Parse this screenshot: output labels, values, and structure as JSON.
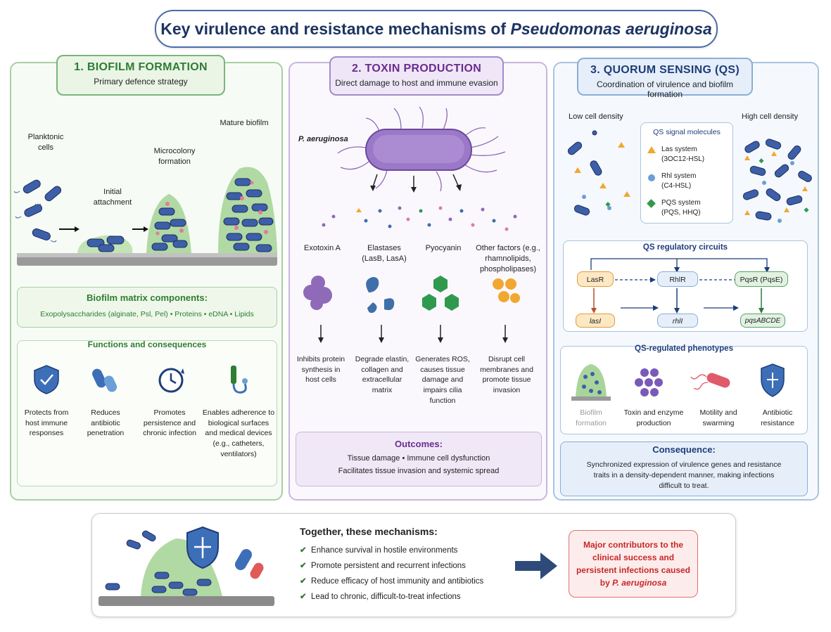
{
  "title": {
    "prefix": "Key virulence and resistance mechanisms of ",
    "italic": "Pseudomonas aeruginosa"
  },
  "panel1": {
    "heading": "1. BIOFILM FORMATION",
    "subheading": "Primary defence strategy",
    "stages": {
      "planktonic": "Planktonic cells",
      "attachment": "Initial attachment",
      "microcolony": "Microcolony formation",
      "mature": "Mature biofilm"
    },
    "matrix_title": "Biofilm matrix components:",
    "matrix_items": "Exopolysaccharides (alginate, Psl, Pel) • Proteins • eDNA • Lipids",
    "functions_title": "Functions and consequences",
    "functions": [
      {
        "icon": "shield-icon",
        "text": "Protects from host immune responses"
      },
      {
        "icon": "capsule-icon",
        "text": "Reduces antibiotic penetration"
      },
      {
        "icon": "clock-icon",
        "text": "Promotes persistence and chronic infection"
      },
      {
        "icon": "catheter-icon",
        "text": "Enables adherence to biological surfaces and medical devices (e.g., catheters, ventilators)"
      }
    ]
  },
  "panel2": {
    "heading": "2. TOXIN PRODUCTION",
    "subheading": "Direct damage to host and immune evasion",
    "organism": "P. aeruginosa",
    "toxins": [
      {
        "name": "Exotoxin A",
        "effect": "Inhibits protein synthesis in host cells",
        "color": "#8e6ab8"
      },
      {
        "name": "Elastases (LasB, LasA)",
        "effect": "Degrade elastin, collagen and extracellular matrix",
        "color": "#3f6fa8"
      },
      {
        "name": "Pyocyanin",
        "effect": "Generates ROS, causes tissue damage and impairs cilia function",
        "color": "#2f9a4e"
      },
      {
        "name": "Other factors (e.g., rhamnolipids, phospholipases)",
        "effect": "Disrupt cell membranes and promote tissue invasion",
        "color": "#f0a830"
      }
    ],
    "outcomes_title": "Outcomes:",
    "outcomes_line1": "Tissue damage • Immune cell dysfunction",
    "outcomes_line2": "Facilitates tissue invasion and systemic spread"
  },
  "panel3": {
    "heading": "3. QUORUM SENSING (QS)",
    "subheading": "Coordination of virulence and biofilm formation",
    "low_density": "Low cell density",
    "high_density": "High cell density",
    "legend_title": "QS signal molecules",
    "legend": [
      {
        "name": "Las system",
        "detail": "(3OC12-HSL)",
        "color": "#f0a830"
      },
      {
        "name": "Rhl system",
        "detail": "(C4-HSL)",
        "color": "#6a9fd8"
      },
      {
        "name": "PQS system",
        "detail": "(PQS, HHQ)",
        "color": "#2f9a4e"
      }
    ],
    "circuits_title": "QS regulatory circuits",
    "circuit": {
      "lasR": "LasR",
      "rhlR": "RhlR",
      "pqsR": "PqsR (PqsE)",
      "lasI": "lasI",
      "rhlI": "rhlI",
      "pqs": "pqsABCDE"
    },
    "phenotypes_title": "QS-regulated phenotypes",
    "phenotypes": [
      "Biofilm formation",
      "Toxin and enzyme production",
      "Motility and swarming",
      "Antibiotic resistance"
    ],
    "consequence_title": "Consequence:",
    "consequence_text": "Synchronized expression of virulence genes and resistance traits in a density-dependent manner, making infections difficult to treat."
  },
  "summary": {
    "title": "Together, these mechanisms:",
    "items": [
      "Enhance survival in hostile environments",
      "Promote persistent and recurrent infections",
      "Reduce efficacy of host immunity and antibiotics",
      "Lead to chronic, difficult-to-treat infections"
    ],
    "conclusion_prefix": "Major contributors to the clinical success and persistent infections caused by ",
    "conclusion_italic": "P. aeruginosa"
  },
  "colors": {
    "green": "#2e7d32",
    "purple": "#6a2c8e",
    "blue": "#1d3d7a",
    "red": "#c62828"
  }
}
